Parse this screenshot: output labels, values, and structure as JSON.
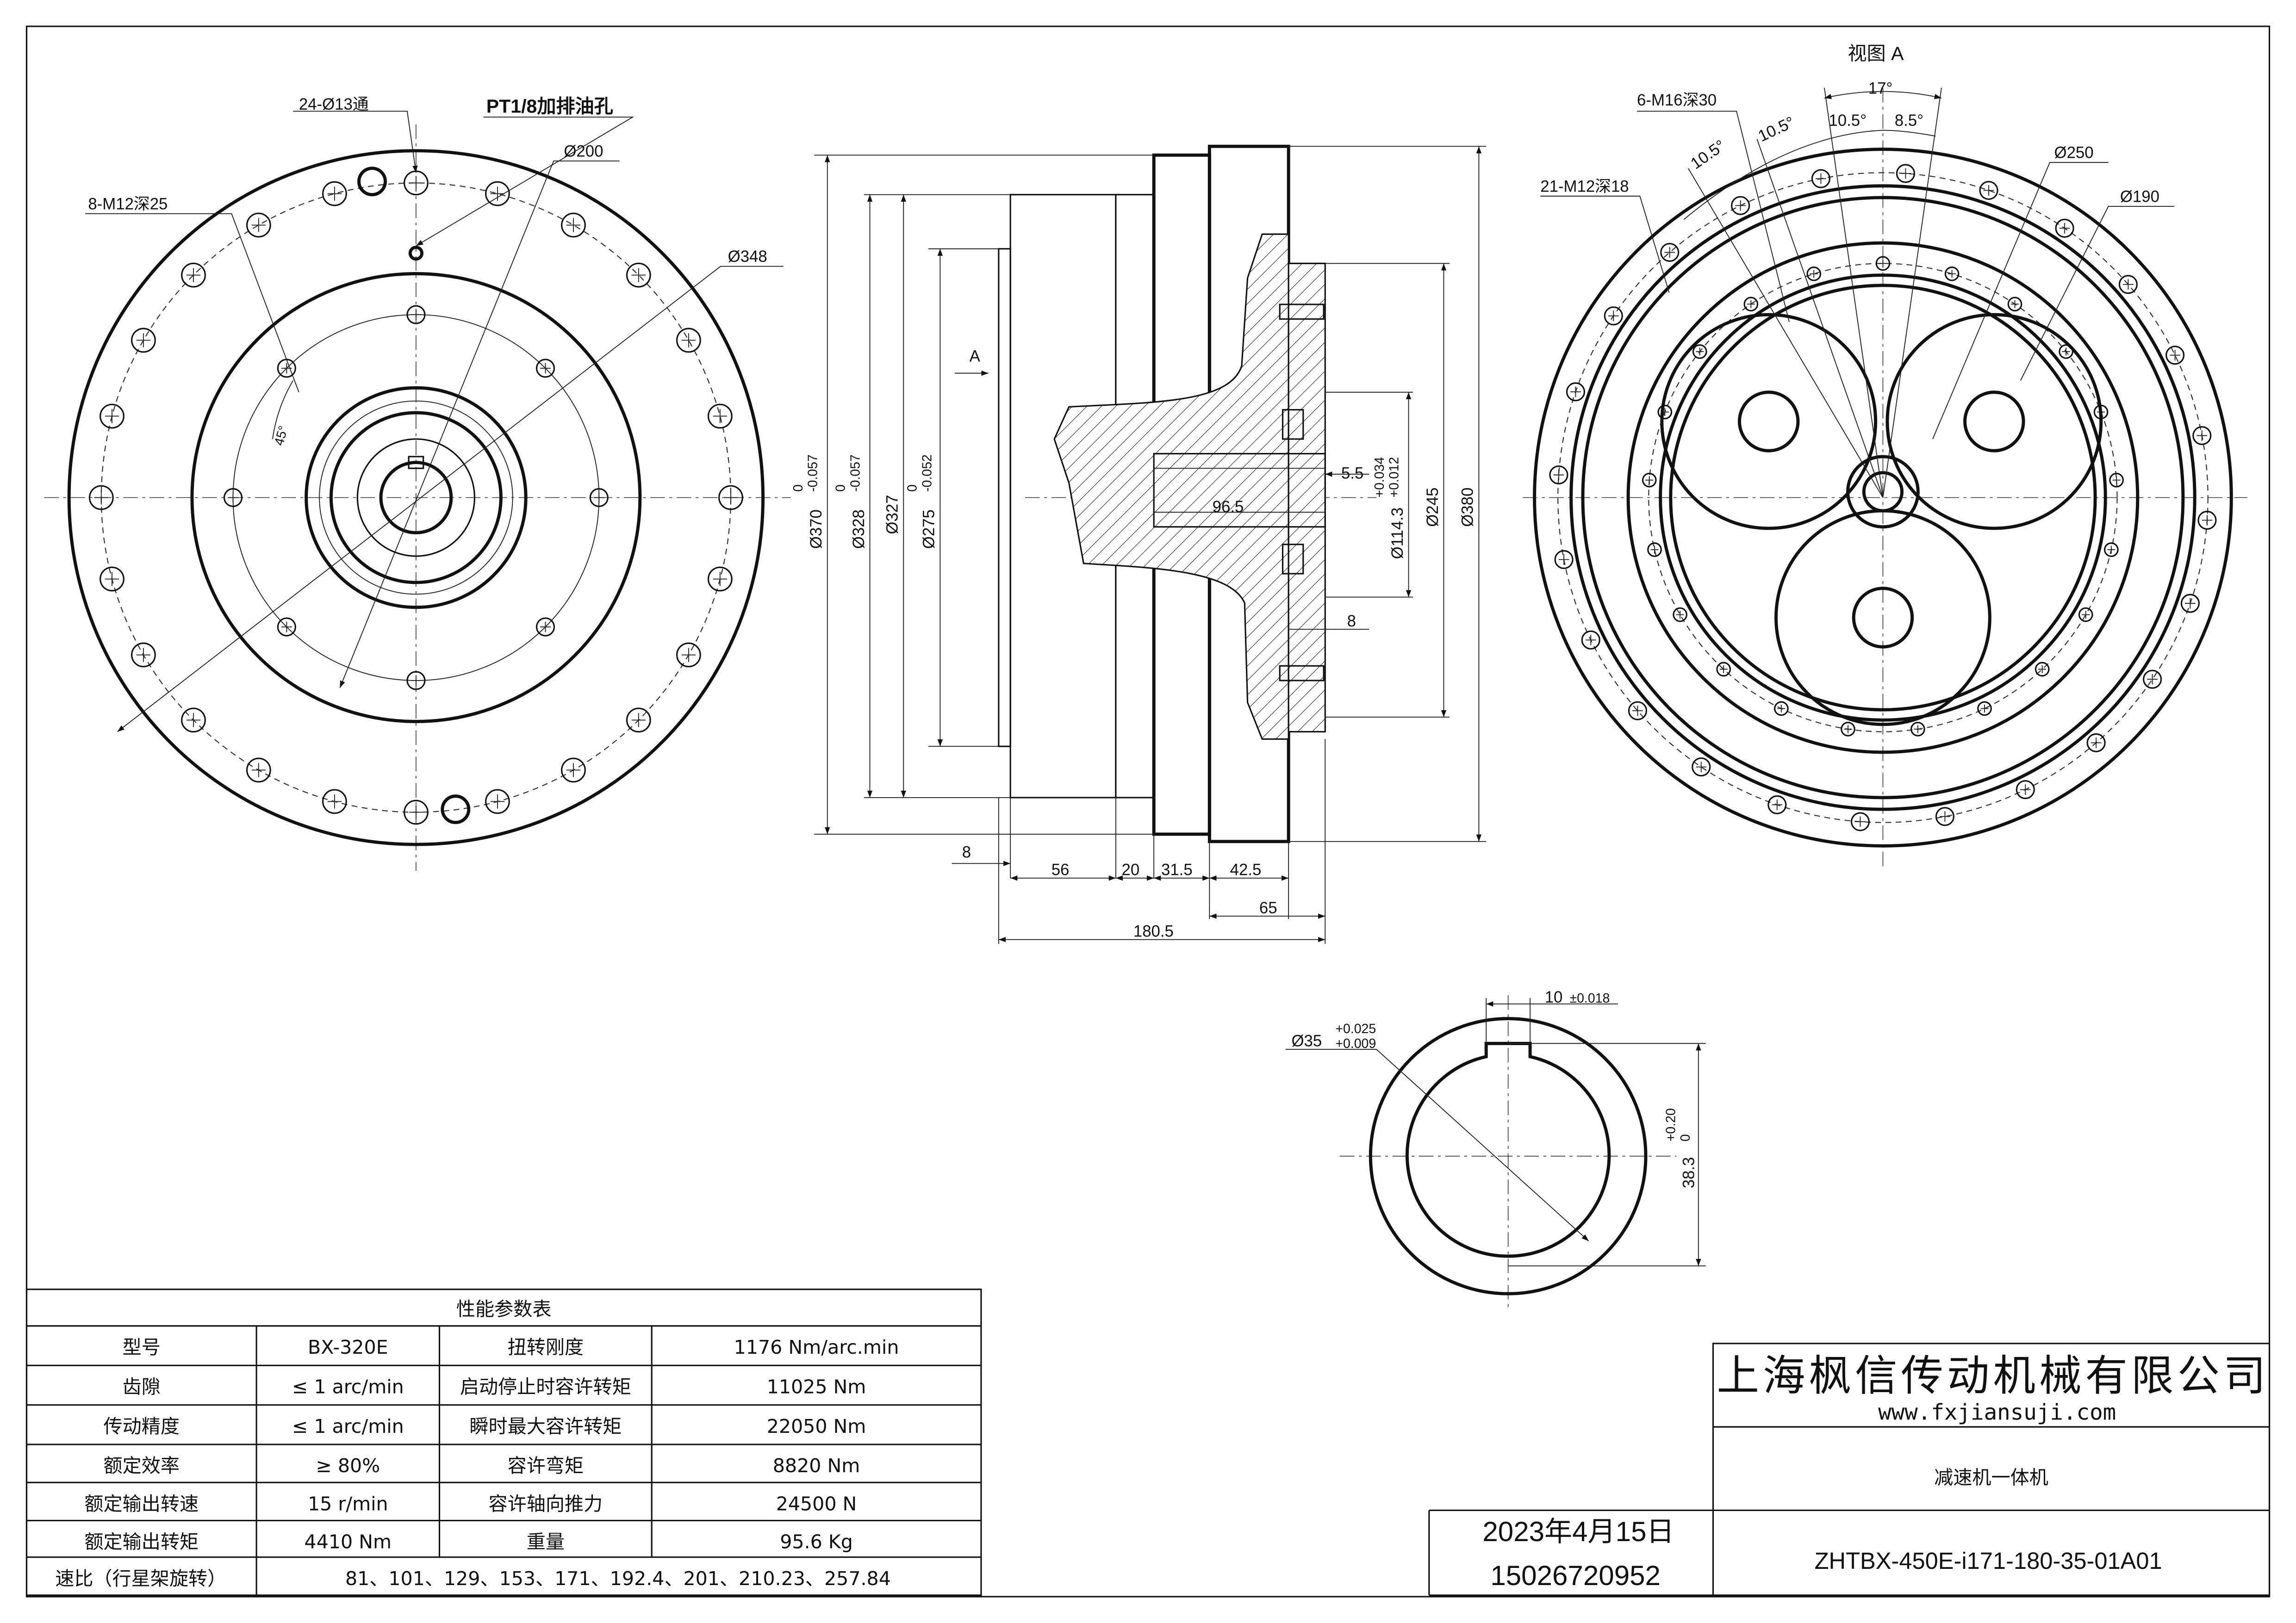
{
  "front_view": {
    "holes_through": "24-Ø13通",
    "oil_port": "PT1/8加排油孔",
    "tapped_holes": "8-M12深25",
    "dia_200": "Ø200",
    "dia_348": "Ø348",
    "angle": "45°"
  },
  "side_view": {
    "section_marker": "A",
    "dia_370": "Ø370",
    "dia_370_tol": [
      "0",
      "-0.057"
    ],
    "dia_328": "Ø328",
    "dia_328_tol": [
      "0",
      "-0.057"
    ],
    "dia_327": "Ø327",
    "dia_275": "Ø275",
    "dia_275_tol": [
      "0",
      "-0.052"
    ],
    "dia_114": "Ø114.3",
    "dia_114_tol": [
      "+0.034",
      "+0.012"
    ],
    "dia_245": "Ø245",
    "dia_380": "Ø380",
    "dim_5_5": "5.5",
    "dim_96_5": "96.5",
    "dim_8_right": "8",
    "bottom_dims": [
      "8",
      "56",
      "20",
      "31.5",
      "42.5",
      "65",
      "180.5"
    ]
  },
  "view_a": {
    "title": "视图 A",
    "holes_m16": "6-M16深30",
    "holes_m12": "21-M12深18",
    "angle_17": "17°",
    "angle_10_5": "10.5°",
    "angle_8_5": "8.5°",
    "dia_250": "Ø250",
    "dia_190": "Ø190"
  },
  "shaft_section": {
    "key_width": "10",
    "key_width_tol": "±0.018",
    "shaft_dia": "Ø35",
    "shaft_dia_tol": [
      "+0.025",
      "+0.009"
    ],
    "key_depth": "38.3",
    "key_depth_tol": [
      "+0.20",
      "0"
    ]
  },
  "spec_table": {
    "title": "性能参数表",
    "rows": [
      [
        "型号",
        "BX-320E",
        "扭转刚度",
        "1176 Nm/arc.min"
      ],
      [
        "齿隙",
        "≤ 1 arc/min",
        "启动停止时容许转矩",
        "11025 Nm"
      ],
      [
        "传动精度",
        "≤ 1 arc/min",
        "瞬时最大容许转矩",
        "22050 Nm"
      ],
      [
        "额定效率",
        "≥ 80%",
        "容许弯矩",
        "8820 Nm"
      ],
      [
        "额定输出转速",
        "15 r/min",
        "容许轴向推力",
        "24500 N"
      ],
      [
        "额定输出转矩",
        "4410 Nm",
        "重量",
        "95.6 Kg"
      ]
    ],
    "ratio_label": "速比（行星架旋转）",
    "ratio_values": "81、101、129、153、171、192.4、201、210.23、257.84"
  },
  "title_block": {
    "company": "上海枫信传动机械有限公司",
    "website": "www.fxjiansuji.com",
    "product": "减速机一体机",
    "date": "2023年4月15日",
    "phone": "15026720952",
    "drawing_number": "ZHTBX-450E-i171-180-35-01A01"
  }
}
